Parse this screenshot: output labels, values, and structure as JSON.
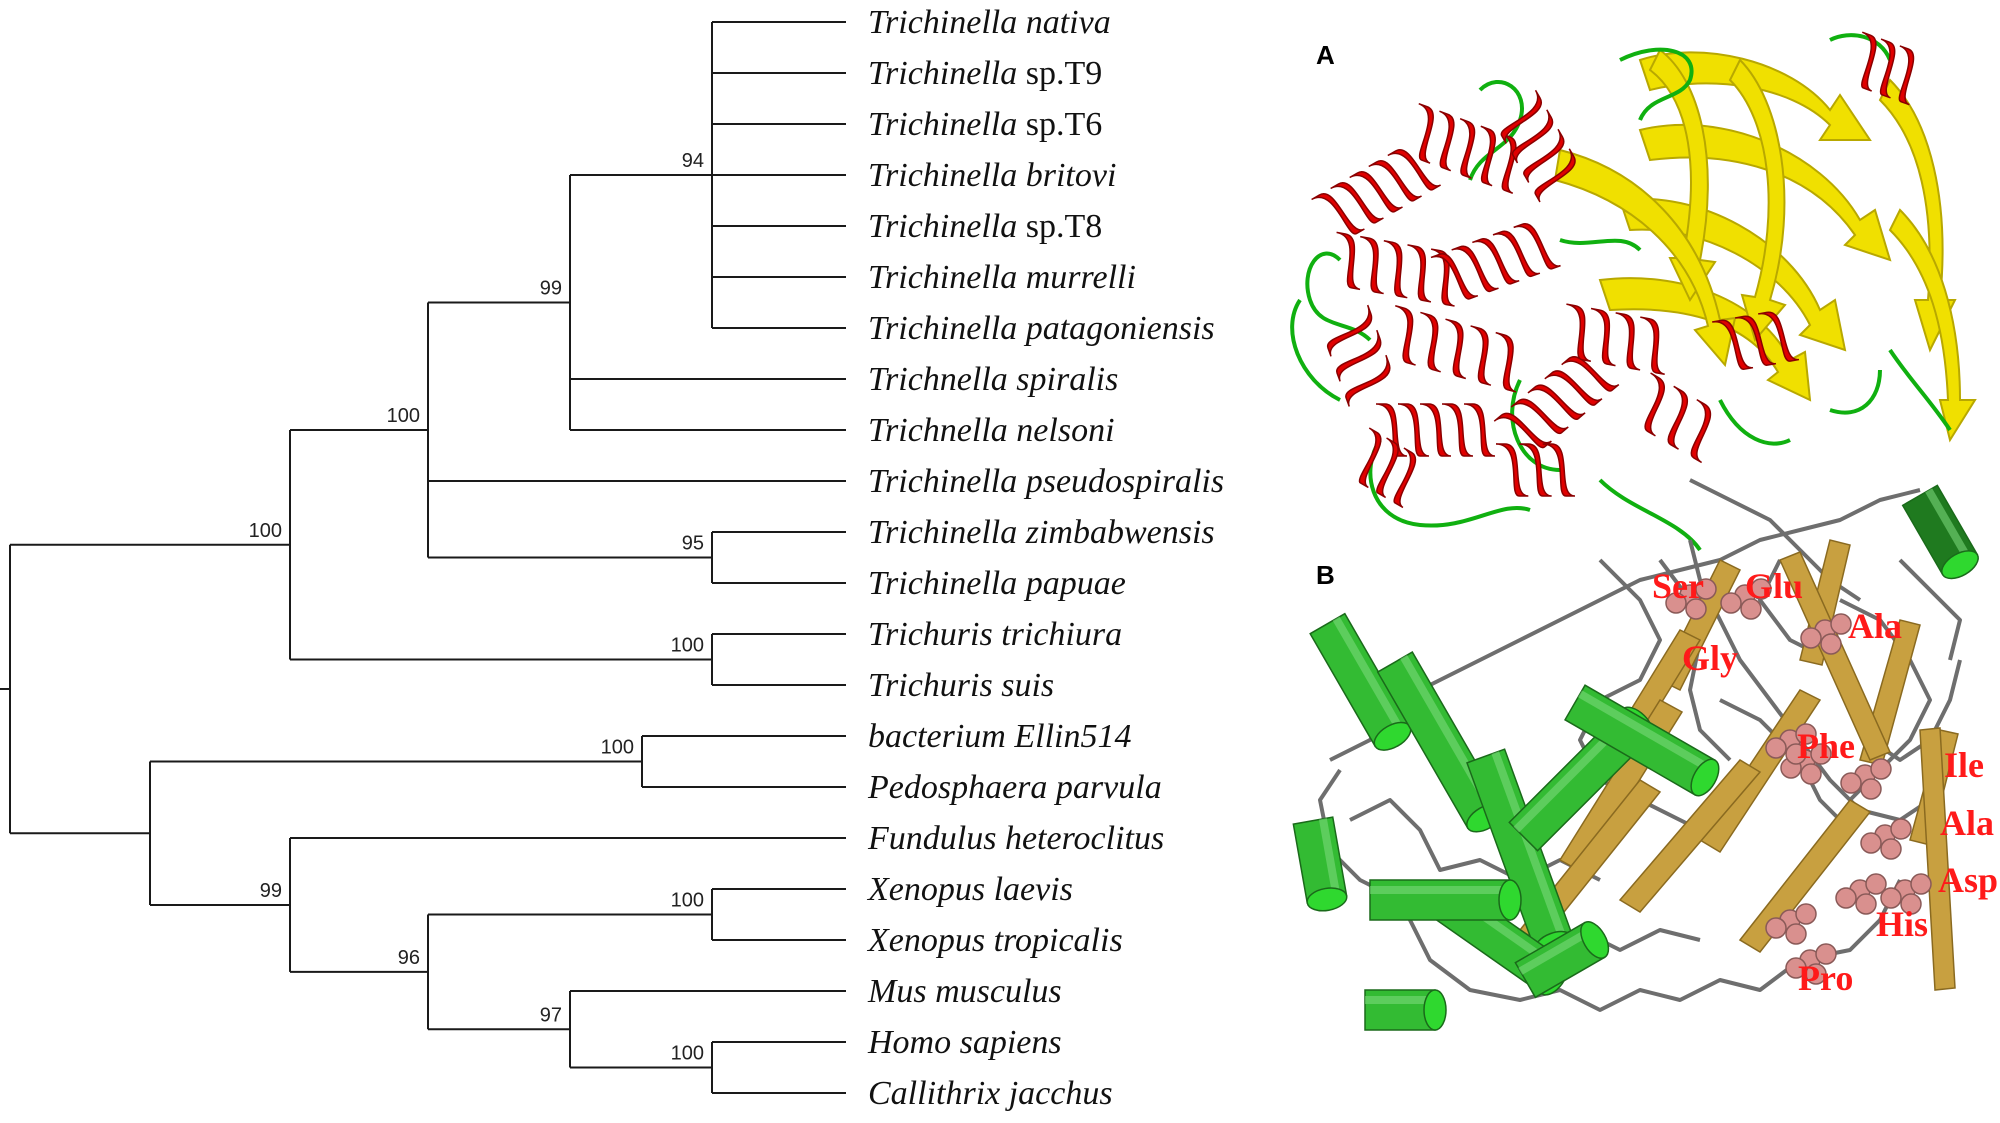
{
  "panel_labels": {
    "a": "A",
    "b": "B"
  },
  "colors": {
    "highlight_taxon": "#a52a2a",
    "helix_red": "#e00000",
    "sheet_yellow": "#f0e000",
    "loop_green": "#10b010",
    "helix_green": "#33bb33",
    "sheet_gold": "#c8a040",
    "trace_gray": "#6e6e6e",
    "residue_label": "#ff1a1a",
    "residue_sphere": "#d9908e"
  },
  "tree": {
    "taxa": [
      {
        "genus": "Trichinella",
        "rest": "nativa",
        "rest_italic": true,
        "highlight": false
      },
      {
        "genus": "Trichinella",
        "rest": "sp.T9",
        "rest_italic": false,
        "highlight": false
      },
      {
        "genus": "Trichinella",
        "rest": "sp.T6",
        "rest_italic": false,
        "highlight": false
      },
      {
        "genus": "Trichinella",
        "rest": "britovi",
        "rest_italic": true,
        "highlight": false
      },
      {
        "genus": "Trichinella",
        "rest": "sp.T8",
        "rest_italic": false,
        "highlight": false
      },
      {
        "genus": "Trichinella",
        "rest": "murrelli",
        "rest_italic": true,
        "highlight": false
      },
      {
        "genus": "Trichinella",
        "rest": "patagoniensis",
        "rest_italic": true,
        "highlight": false
      },
      {
        "genus": "Trichnella",
        "rest": "spiralis",
        "rest_italic": true,
        "highlight": true
      },
      {
        "genus": "Trichnella",
        "rest": "nelsoni",
        "rest_italic": true,
        "highlight": true
      },
      {
        "genus": "Trichinella",
        "rest": "pseudospiralis",
        "rest_italic": true,
        "highlight": false
      },
      {
        "genus": "Trichinella",
        "rest": "zimbabwensis",
        "rest_italic": true,
        "highlight": false
      },
      {
        "genus": "Trichinella",
        "rest": "papuae",
        "rest_italic": true,
        "highlight": false
      },
      {
        "genus": "Trichuris",
        "rest": "trichiura",
        "rest_italic": true,
        "highlight": false
      },
      {
        "genus": "Trichuris",
        "rest": "suis",
        "rest_italic": true,
        "highlight": false
      },
      {
        "genus": "bacterium",
        "rest": "Ellin514",
        "rest_italic": true,
        "highlight": false
      },
      {
        "genus": "Pedosphaera",
        "rest": "parvula",
        "rest_italic": true,
        "highlight": false
      },
      {
        "genus": "Fundulus",
        "rest": "heteroclitus",
        "rest_italic": true,
        "highlight": false
      },
      {
        "genus": "Xenopus",
        "rest": "laevis",
        "rest_italic": true,
        "highlight": false
      },
      {
        "genus": "Xenopus",
        "rest": "tropicalis",
        "rest_italic": true,
        "highlight": false
      },
      {
        "genus": "Mus",
        "rest": "musculus",
        "rest_italic": true,
        "highlight": false
      },
      {
        "genus": "Homo",
        "rest": "sapiens",
        "rest_italic": true,
        "highlight": false
      },
      {
        "genus": "Callithrix",
        "rest": "jacchus",
        "rest_italic": true,
        "highlight": false
      }
    ],
    "support_values": [
      {
        "node": "n_t7",
        "value": "94"
      },
      {
        "node": "n_t9",
        "value": "99"
      },
      {
        "node": "n_zp",
        "value": "95"
      },
      {
        "node": "n_trichinella",
        "value": "100"
      },
      {
        "node": "n_trichuris",
        "value": "100"
      },
      {
        "node": "n_nematoda",
        "value": "100"
      },
      {
        "node": "n_bacteria",
        "value": "100"
      },
      {
        "node": "n_xenopus",
        "value": "100"
      },
      {
        "node": "n_hc",
        "value": "100"
      },
      {
        "node": "n_mammal",
        "value": "97"
      },
      {
        "node": "n_tetrapod",
        "value": "96"
      },
      {
        "node": "n_vertebrate",
        "value": "99"
      }
    ]
  },
  "active_site_residues": [
    "Ser",
    "Glu",
    "Ala",
    "Gly",
    "Phe",
    "Ile",
    "Ala",
    "Asp",
    "His",
    "Pro"
  ]
}
